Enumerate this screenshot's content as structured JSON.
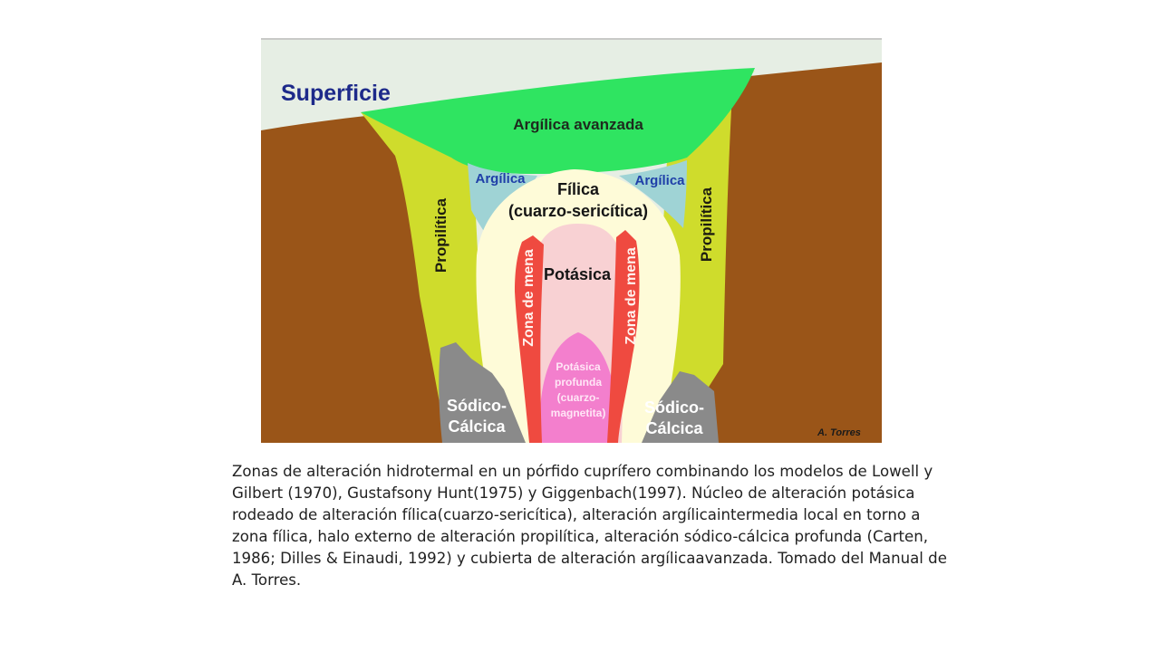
{
  "diagram": {
    "labels": {
      "surface": "Superficie",
      "advanced_argillic": "Argílica avanzada",
      "argillic_left": "Argílica",
      "argillic_right": "Argílica",
      "phyllic_line1": "Fílica",
      "phyllic_line2": "(cuarzo-sericítica)",
      "propylitic_left": "Propilítica",
      "propylitic_right": "Propilítica",
      "potassic": "Potásica",
      "ore_zone_left": "Zona de mena",
      "ore_zone_right": "Zona de mena",
      "deep_potassic_lines": [
        "Potásica",
        "profunda",
        "(cuarzo-",
        "magnetita)"
      ],
      "sodic_calcic_left_lines": [
        "Sódico-",
        "Cálcica"
      ],
      "sodic_calcic_right_lines": [
        "Sódico-",
        "Cálcica"
      ],
      "credit": "A. Torres"
    },
    "colors": {
      "sky": "#e6eee4",
      "host_rock": "#9a5518",
      "advanced_argillic": "#2fe461",
      "propylitic": "#cfdc2c",
      "argillic": "#9fd3d5",
      "phyllic": "#fefbd8",
      "ore_zone": "#ef4a40",
      "potassic": "#f8d1d3",
      "deep_potassic": "#f37fcd",
      "sodic_calcic": "#8a8a8a",
      "surface_text": "#1d2a8a",
      "argillic_text": "#1f3fa8"
    }
  },
  "caption": "Zonas de alteración hidrotermal en un pórfido cuprífero combinando los modelos de Lowell y Gilbert (1970), Gustafsony Hunt(1975) y Giggenbach(1997). Núcleo de alteración potásica rodeado de alteración fílica(cuarzo-sericítica), alteración argílicaintermedia local en torno a zona fílica, halo externo de alteración propilítica, alteración sódico-cálcica profunda (Carten, 1986; Dilles & Einaudi, 1992) y cubierta de alteración argílicaavanzada. Tomado del Manual de A. Torres."
}
